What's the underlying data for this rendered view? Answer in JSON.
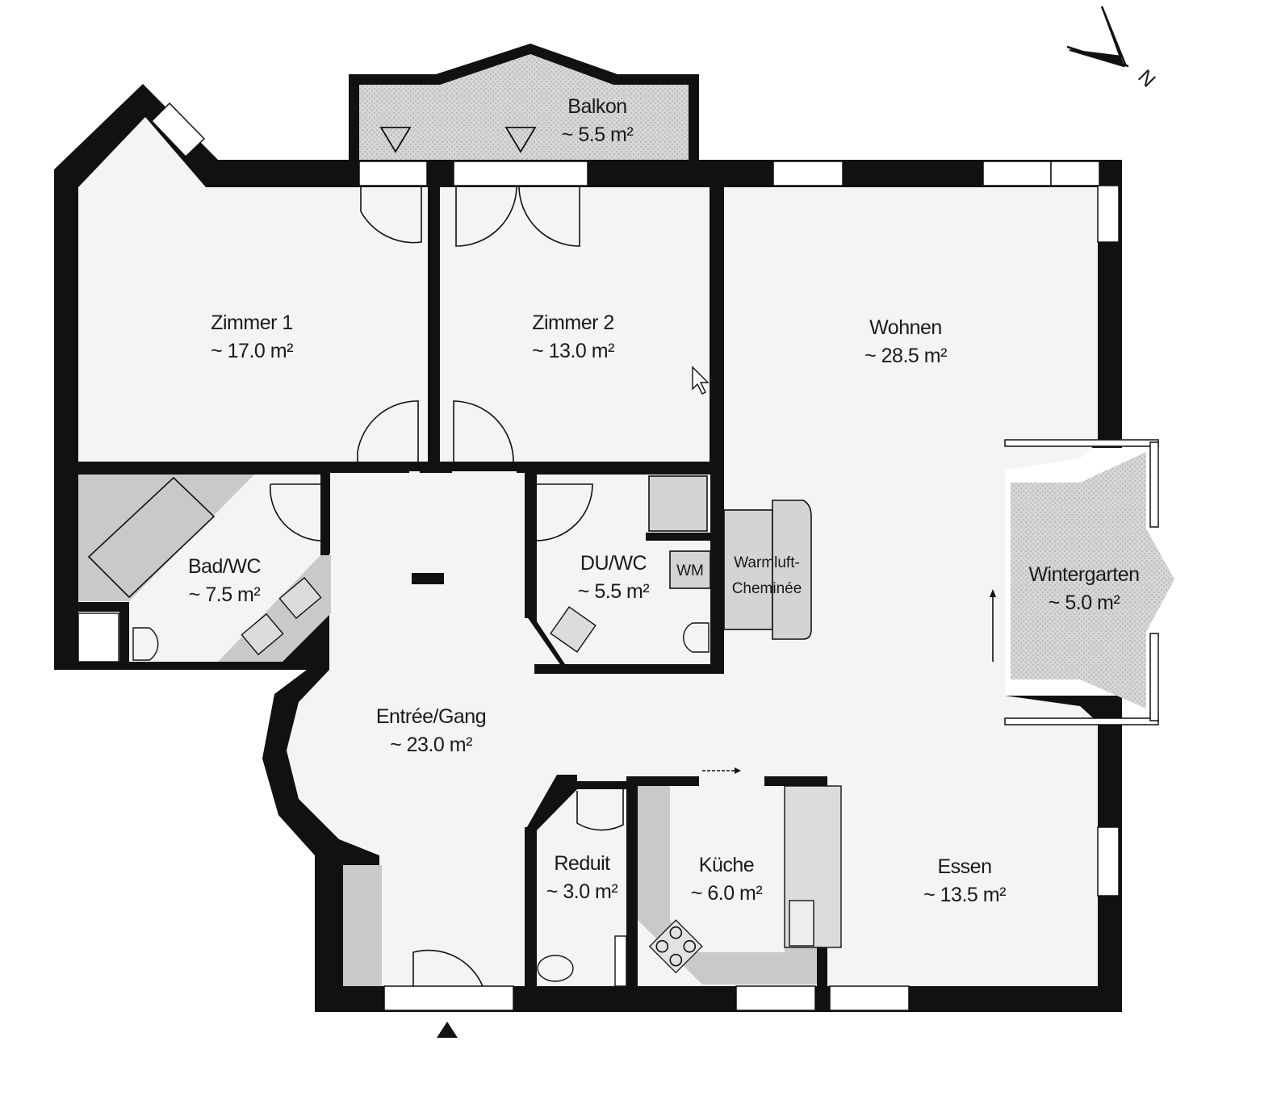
{
  "plan": {
    "rooms": [
      {
        "name": "Balkon",
        "area": "~ 5.5 m²"
      },
      {
        "name": "Zimmer 1",
        "area": "~ 17.0 m²"
      },
      {
        "name": "Zimmer 2",
        "area": "~ 13.0 m²"
      },
      {
        "name": "Wohnen",
        "area": "~ 28.5 m²"
      },
      {
        "name": "Bad/WC",
        "area": "~ 7.5 m²"
      },
      {
        "name": "DU/WC",
        "area": "~ 5.5 m²"
      },
      {
        "name": "Wintergarten",
        "area": "~ 5.0 m²"
      },
      {
        "name": "Entrée/Gang",
        "area": "~ 23.0 m²"
      },
      {
        "name": "Reduit",
        "area": "~ 3.0 m²"
      },
      {
        "name": "Küche",
        "area": "~ 6.0 m²"
      },
      {
        "name": "Essen",
        "area": "~ 13.5 m²"
      }
    ],
    "fixtures": {
      "washer": "WM",
      "fireplace_line1": "Warmluft-",
      "fireplace_line2": "Cheminée"
    },
    "compass": {
      "label": "N"
    }
  }
}
